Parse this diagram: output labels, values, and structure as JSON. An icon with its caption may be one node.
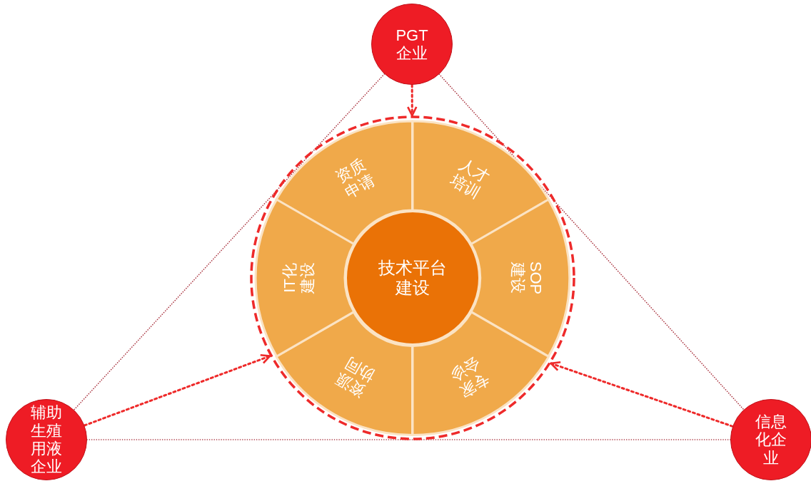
{
  "diagram": {
    "nodes": [
      {
        "text": [
          "PGT企业"
        ]
      },
      {
        "text": [],
        "shape": "circle"
      },
      {
        "text": [
          "资质申请"
        ],
        "in": 1
      },
      {
        "text": [
          "人才培训"
        ],
        "in": 1
      },
      {
        "text": [
          "SOP建设"
        ],
        "in": 1
      },
      {
        "text": [
          "专家会诊"
        ],
        "in": 1
      },
      {
        "text": [
          "资源协同"
        ],
        "in": 1
      },
      {
        "text": [
          "IT化建设"
        ],
        "in": 1
      },
      {
        "text": [
          "技术平台建设"
        ],
        "in": 1
      },
      {
        "text": [
          "辅助生殖用液企业"
        ]
      },
      {
        "text": [
          "信息化企业"
        ]
      }
    ],
    "edges": [
      {
        "from": 0,
        "to": 1,
        "arrow": "to",
        "style": "dashed",
        "color": "#ee2a2a"
      },
      {
        "from": 9,
        "to": 1,
        "arrow": "to",
        "style": "dashed",
        "color": "#ee2a2a"
      },
      {
        "from": 10,
        "to": 1,
        "arrow": "to",
        "style": "dashed",
        "color": "#ee2a2a"
      },
      {
        "from": 0,
        "to": 9,
        "arrow": "none"
      },
      {
        "from": 0,
        "to": 10,
        "arrow": "none"
      },
      {
        "from": 9,
        "to": 10,
        "arrow": "none"
      }
    ]
  }
}
